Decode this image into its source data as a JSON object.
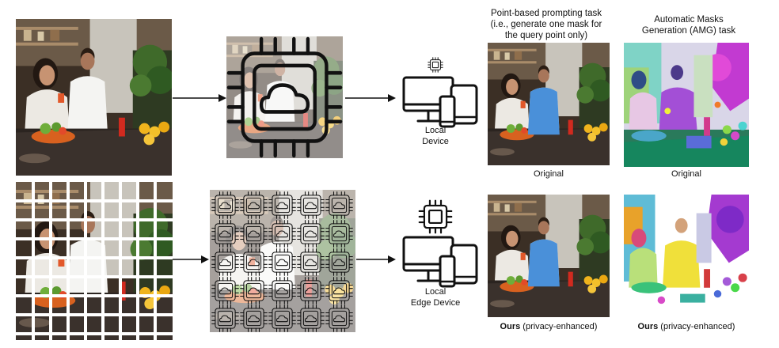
{
  "headers": {
    "point_task": [
      "Point-based prompting task",
      "(i.e., generate one mask for",
      "the query point only)"
    ],
    "amg_task": [
      "Automatic Masks",
      "Generation (AMG) task"
    ]
  },
  "devices": {
    "top": [
      "Local",
      "Device"
    ],
    "bottom": [
      "Local",
      "Edge Device"
    ]
  },
  "captions": {
    "original": "Original",
    "ours_bold": "Ours",
    "ours_rest": " (privacy-enhanced)"
  },
  "icons": {
    "cloud_chip": "cloud-chip-icon",
    "chip": "chip-icon",
    "device_set": "monitor-phone-tablet-icon",
    "arrow": "arrow-right-icon"
  },
  "colors": {
    "line": "#111111",
    "shirt_blue": "#4a90d9"
  }
}
